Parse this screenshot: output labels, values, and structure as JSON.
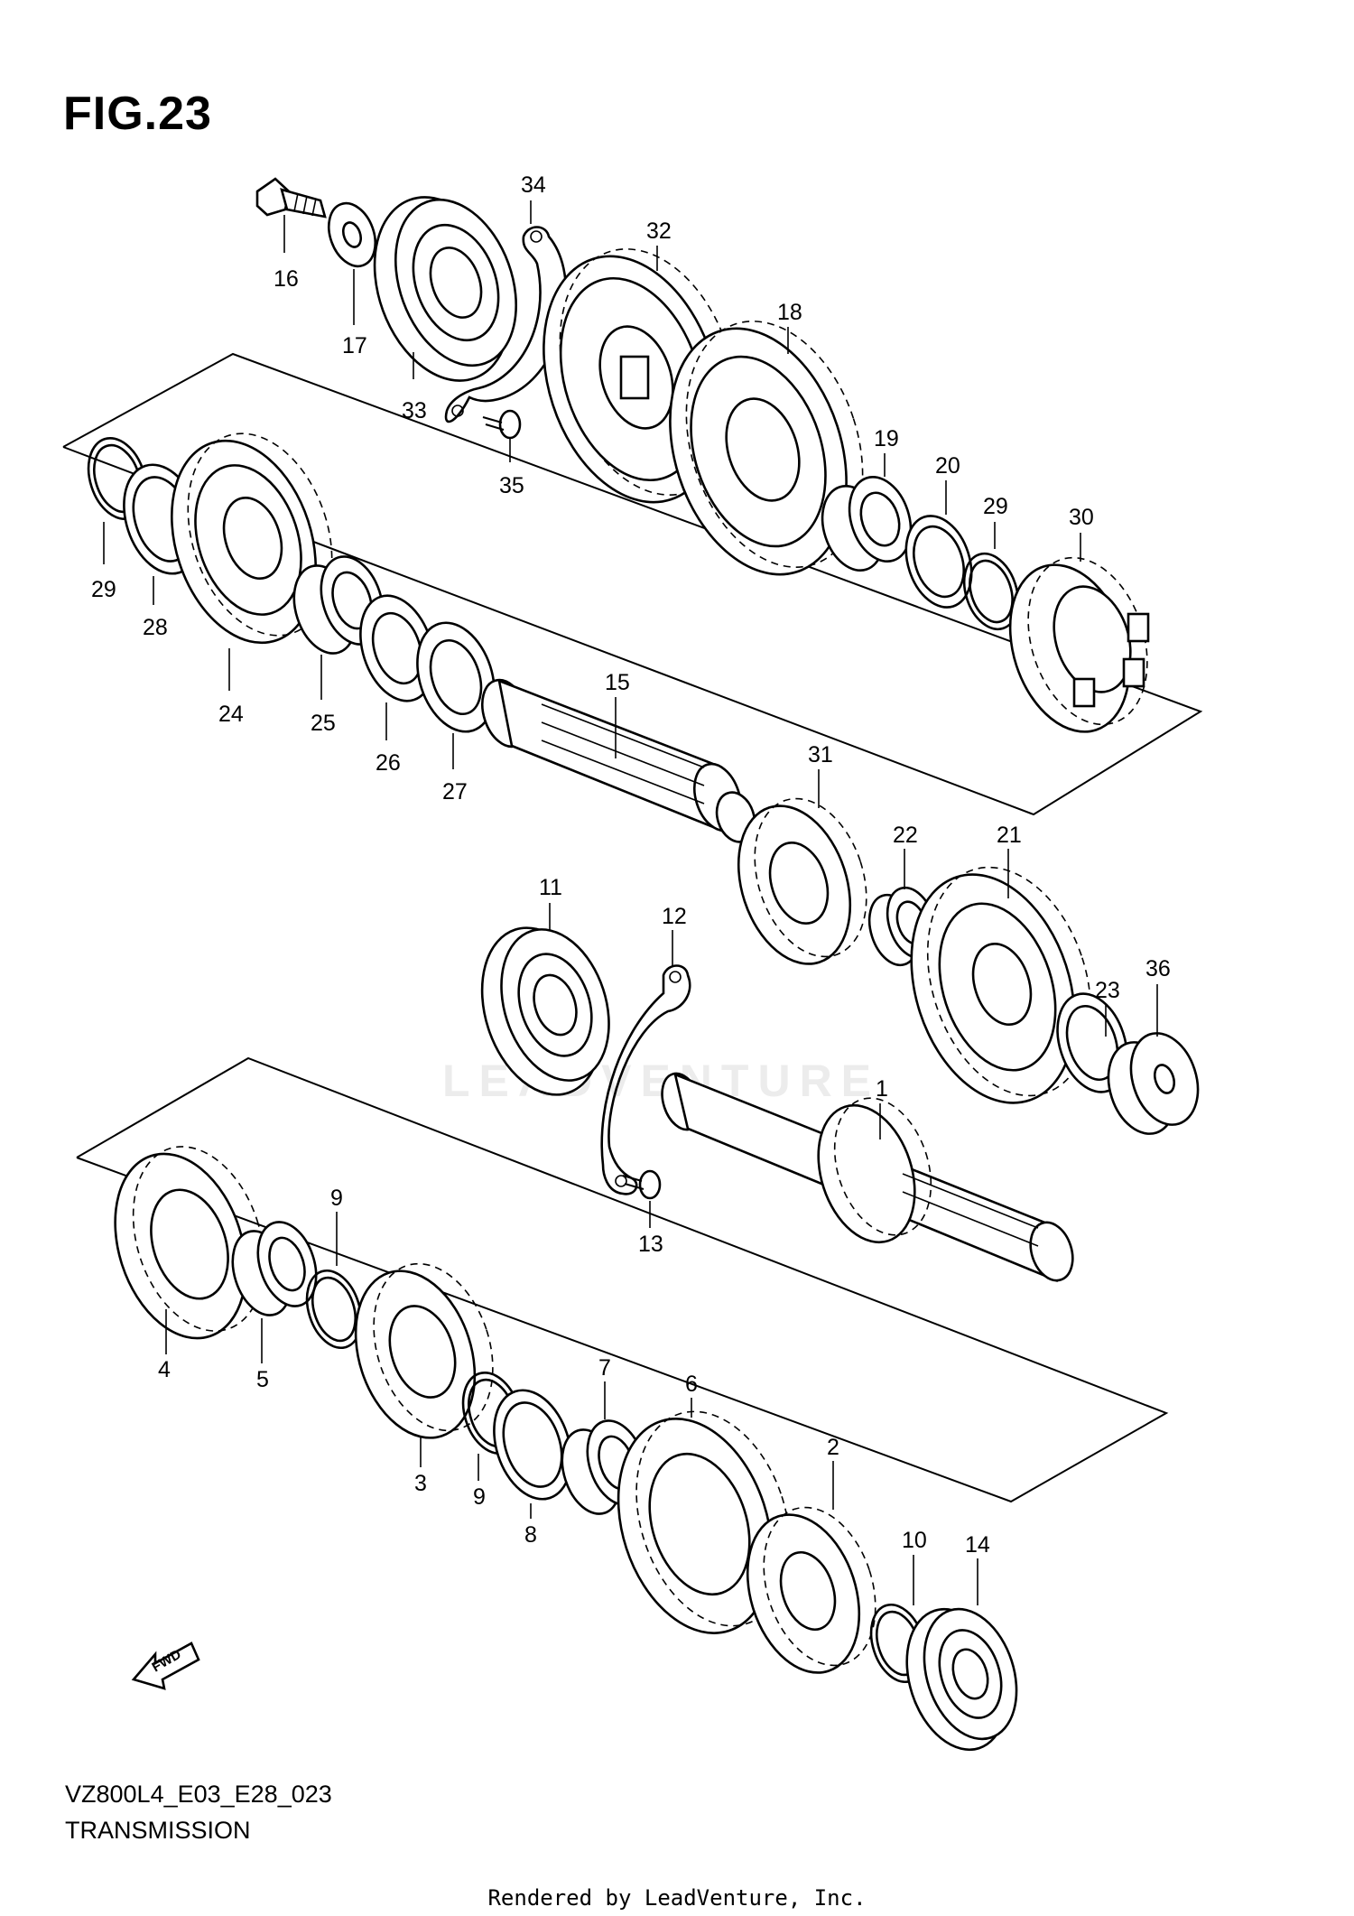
{
  "figure": {
    "title": "FIG.23"
  },
  "diagram": {
    "code": "VZ800L4_E03_E28_023",
    "section": "TRANSMISSION",
    "watermark": "LEADVENTURE",
    "fwd_label": "FWD"
  },
  "footer": {
    "rendered_by": "Rendered by LeadVenture, Inc."
  },
  "callouts": [
    "1",
    "2",
    "3",
    "4",
    "5",
    "6",
    "7",
    "8",
    "9",
    "9",
    "10",
    "11",
    "12",
    "13",
    "14",
    "15",
    "16",
    "17",
    "18",
    "19",
    "20",
    "21",
    "22",
    "23",
    "24",
    "25",
    "26",
    "27",
    "28",
    "29",
    "29",
    "30",
    "31",
    "32",
    "33",
    "34",
    "35",
    "36"
  ]
}
